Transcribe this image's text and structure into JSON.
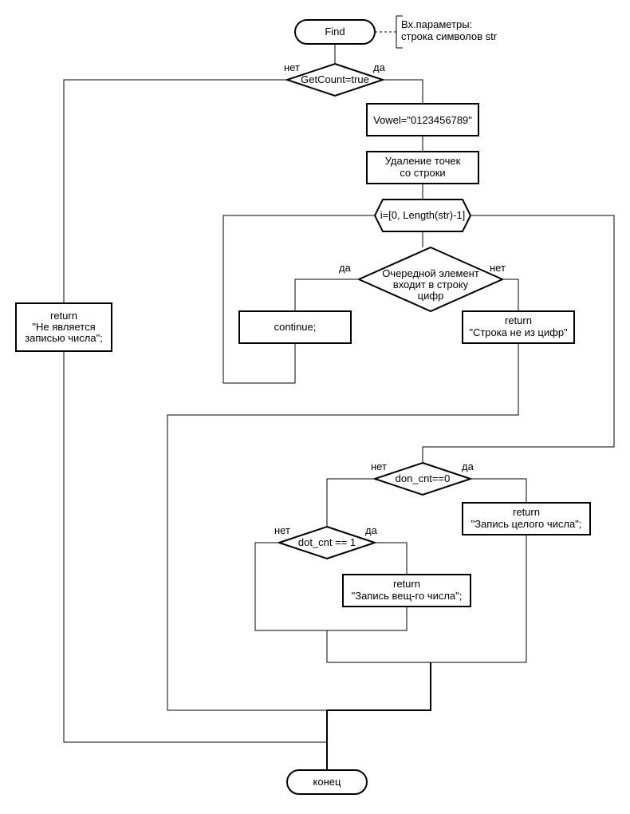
{
  "nodes": {
    "start": "Find",
    "params_line1": "Вх.параметры:",
    "params_line2": "строка символов str",
    "cond_getcount": "GetCount=true",
    "vowel_assign": "Vowel=\"0123456789\"",
    "remove_dots_1": "Удаление точек",
    "remove_dots_2": "со строки",
    "loop": "i=[0, Length(str)-1]",
    "cond_elem_1": "Очередной элемент",
    "cond_elem_2": "входит в строку",
    "cond_elem_3": "цифр",
    "continue": "continue;",
    "ret_notdigits_1": "return",
    "ret_notdigits_2": "\"Строка не из цифр\"",
    "ret_notnum_1": "return",
    "ret_notnum_2": "\"Не является",
    "ret_notnum_3": "записью числа\";",
    "cond_doncnt": "don_cnt==0",
    "ret_int_1": "return",
    "ret_int_2": "\"Запись целого числа\";",
    "cond_dotcnt": "dot_cnt == 1",
    "ret_real_1": "return",
    "ret_real_2": "\"Запись вещ-го числа\";",
    "end": "конец"
  },
  "labels": {
    "no": "нет",
    "yes": "да"
  }
}
